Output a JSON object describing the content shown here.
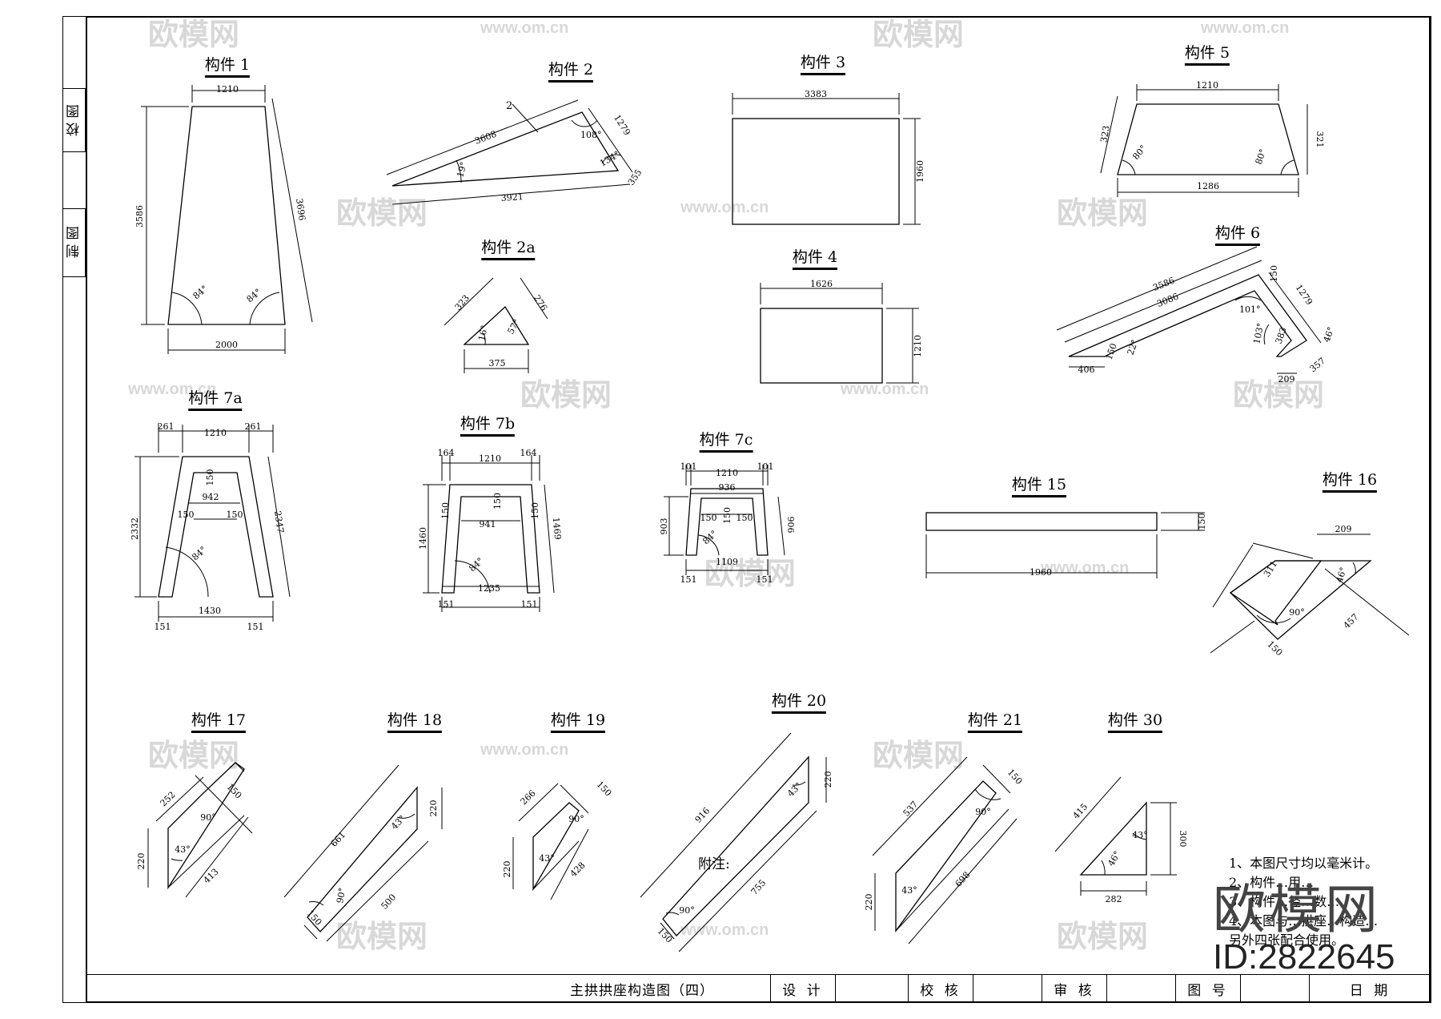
{
  "drawing": {
    "side_labels": [
      "校 图",
      "制 图"
    ],
    "title_block": {
      "title": "主拱拱座构造图（四）",
      "fields": [
        "设 计",
        "校 核",
        "审 核",
        "图 号",
        "日 期"
      ]
    },
    "notes_label": "附注:",
    "notes": [
      "1、本图尺寸均以毫米计。",
      "2、构件…用…",
      "3、构件…径…数…",
      "4、本图与…拱座…构造…",
      "另外四张配合使用。"
    ],
    "watermark_id": "ID:2822645",
    "watermark_logo": "欧模网",
    "watermark_site": "www.om.cn"
  },
  "parts": [
    {
      "id": "p1",
      "title": "构件 1",
      "dims": [
        "1210",
        "3586",
        "3696",
        "2000",
        "84°",
        "84°"
      ]
    },
    {
      "id": "p2",
      "title": "构件 2",
      "dims": [
        "2",
        "3608",
        "1279",
        "108°",
        "19°",
        "134°",
        "3921",
        "355"
      ]
    },
    {
      "id": "p3",
      "title": "构件 3",
      "dims": [
        "3383",
        "1960"
      ]
    },
    {
      "id": "p5",
      "title": "构件 5",
      "dims": [
        "1210",
        "323",
        "321",
        "80°",
        "80°",
        "1286"
      ]
    },
    {
      "id": "p2a",
      "title": "构件 2a",
      "dims": [
        "323",
        "276",
        "16°",
        "57°",
        "375"
      ]
    },
    {
      "id": "p4",
      "title": "构件 4",
      "dims": [
        "1626",
        "1210"
      ]
    },
    {
      "id": "p6",
      "title": "构件 6",
      "dims": [
        "3586",
        "3086",
        "150",
        "1279",
        "101°",
        "103°",
        "383",
        "46°",
        "22°",
        "150",
        "406",
        "209",
        "357"
      ]
    },
    {
      "id": "p7a",
      "title": "构件 7a",
      "dims": [
        "261",
        "1210",
        "261",
        "150",
        "942",
        "150",
        "150",
        "2332",
        "2347",
        "84°",
        "1430",
        "151",
        "151"
      ]
    },
    {
      "id": "p7b",
      "title": "构件 7b",
      "dims": [
        "164",
        "1210",
        "164",
        "150",
        "150",
        "150",
        "941",
        "1460",
        "1469",
        "84°",
        "1235",
        "151",
        "151"
      ]
    },
    {
      "id": "p7c",
      "title": "构件 7c",
      "dims": [
        "101",
        "1210",
        "101",
        "936",
        "150",
        "150",
        "150",
        "903",
        "906",
        "84°",
        "1109",
        "151",
        "151"
      ]
    },
    {
      "id": "p15",
      "title": "构件 15",
      "dims": [
        "150",
        "1960"
      ]
    },
    {
      "id": "p16",
      "title": "构件 16",
      "dims": [
        "209",
        "311",
        "46°",
        "90°",
        "457",
        "150"
      ]
    },
    {
      "id": "p17",
      "title": "构件 17",
      "dims": [
        "252",
        "150",
        "90°",
        "43°",
        "220",
        "413"
      ]
    },
    {
      "id": "p18",
      "title": "构件 18",
      "dims": [
        "661",
        "220",
        "43°",
        "90°",
        "500",
        "150"
      ]
    },
    {
      "id": "p19",
      "title": "构件 19",
      "dims": [
        "266",
        "150",
        "90°",
        "43°",
        "220",
        "428"
      ]
    },
    {
      "id": "p20",
      "title": "构件 20",
      "dims": [
        "916",
        "220",
        "43°",
        "755",
        "90°",
        "150"
      ]
    },
    {
      "id": "p21",
      "title": "构件 21",
      "dims": [
        "537",
        "150",
        "90°",
        "43°",
        "220",
        "698"
      ]
    },
    {
      "id": "p30",
      "title": "构件 30",
      "dims": [
        "415",
        "43°",
        "46°",
        "300",
        "282"
      ]
    }
  ]
}
